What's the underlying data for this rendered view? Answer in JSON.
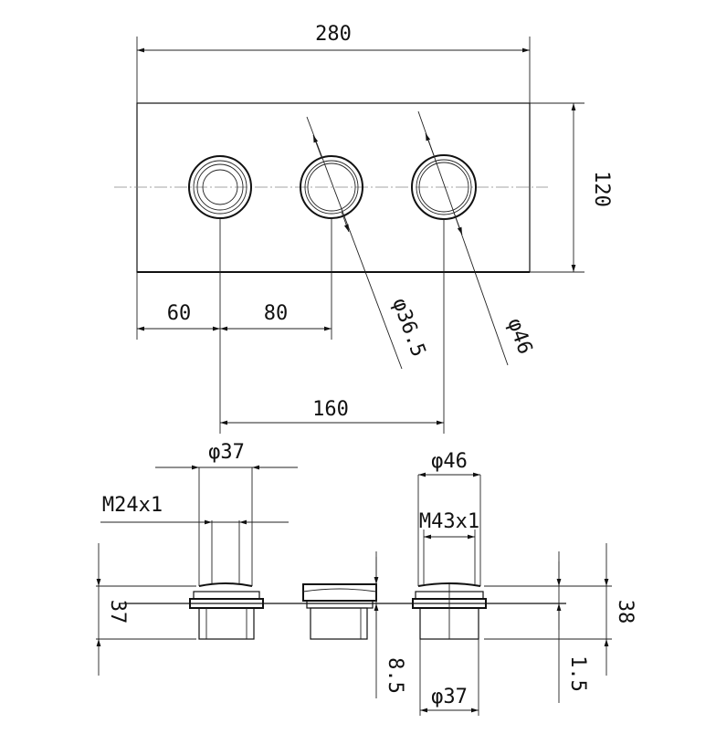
{
  "plan_view": {
    "width_label": "280",
    "height_label": "120",
    "offset_first_label": "60",
    "pitch_label": "80",
    "span_label": "160",
    "diam_inner_label": "φ36.5",
    "diam_outer_label": "φ46"
  },
  "section_view": {
    "left_diam_label": "φ37",
    "left_thread_label": "M24x1",
    "left_height_label": "37",
    "right_diam_label": "φ46",
    "right_thread_label": "M43x1",
    "right_height_label": "38",
    "plate_thickness_label": "8.5",
    "bottom_diam_label": "φ37",
    "small_offset_label": "1.5"
  },
  "colors": {
    "line": "#111111",
    "background": "#ffffff"
  }
}
